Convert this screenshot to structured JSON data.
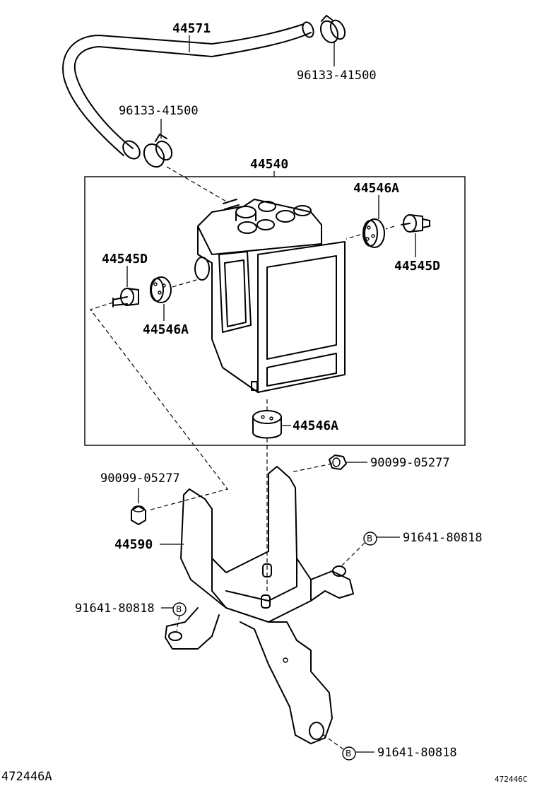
{
  "labels": {
    "hose": "44571",
    "clamp_top": "96133-41500",
    "clamp_left": "96133-41500",
    "actuator_assy": "44540",
    "cushion_top_right": "44546A",
    "bolt_right": "44545D",
    "bolt_left": "44545D",
    "cushion_left": "44546A",
    "cushion_bottom": "44546A",
    "nut_right": "90099-05277",
    "nut_left": "90099-05277",
    "bracket": "44590",
    "bolt_b_right": "91641-80818",
    "bolt_b_left": "91641-80818",
    "bolt_b_bottom": "91641-80818"
  },
  "markers": {
    "b_symbol": "B"
  },
  "footer": {
    "diagram_id_left": "472446A",
    "diagram_id_right": "472446C"
  }
}
